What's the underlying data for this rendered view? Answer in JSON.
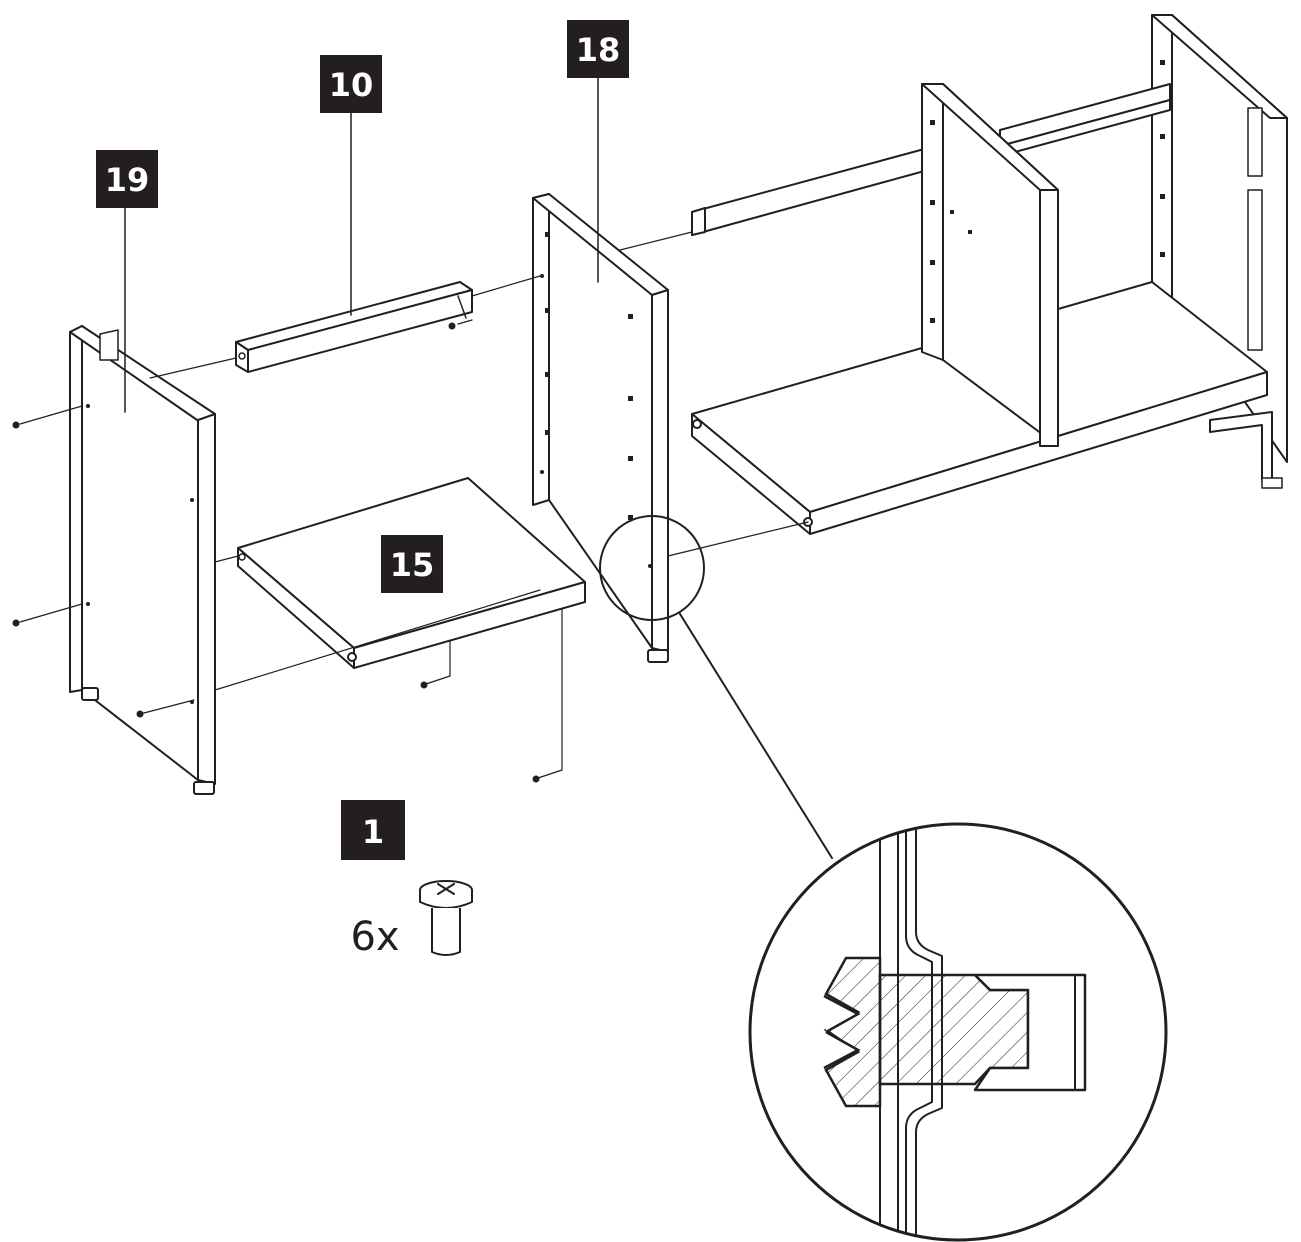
{
  "labels": {
    "part_19": "19",
    "part_10": "10",
    "part_18": "18",
    "part_15": "15",
    "part_1": "1"
  },
  "quantity": "6x",
  "colors": {
    "ink": "#231f20",
    "background": "#ffffff"
  }
}
